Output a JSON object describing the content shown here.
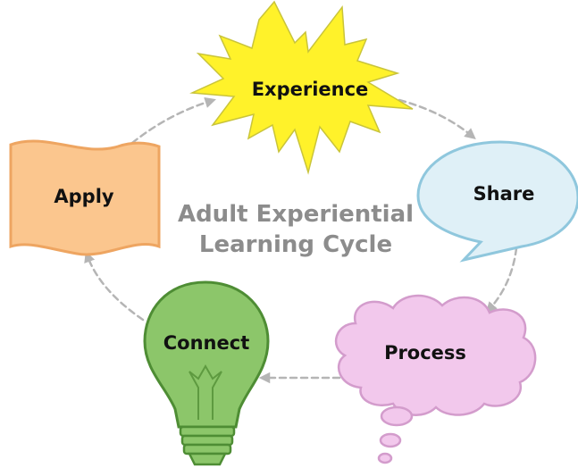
{
  "diagram": {
    "title_line1": "Adult Experiential",
    "title_line2": "Learning Cycle",
    "stages": {
      "experience": "Experience",
      "share": "Share",
      "process": "Process",
      "connect": "Connect",
      "apply": "Apply"
    },
    "shape_icons": {
      "experience": "starburst",
      "share": "speech-bubble",
      "process": "thought-cloud",
      "connect": "light-bulb",
      "apply": "wavy-banner"
    },
    "colors": {
      "experience_fill": "#fff22a",
      "experience_stroke": "#c9c43a",
      "share_fill": "#dff0f7",
      "share_stroke": "#8fc7dd",
      "process_fill": "#f2c8ec",
      "process_stroke": "#d39ccc",
      "connect_fill": "#8cc66a",
      "connect_stroke": "#4e8d34",
      "apply_fill": "#fbc68e",
      "apply_stroke": "#eea561",
      "arrow": "#b5b5b5",
      "title": "#8c8c8c"
    }
  }
}
